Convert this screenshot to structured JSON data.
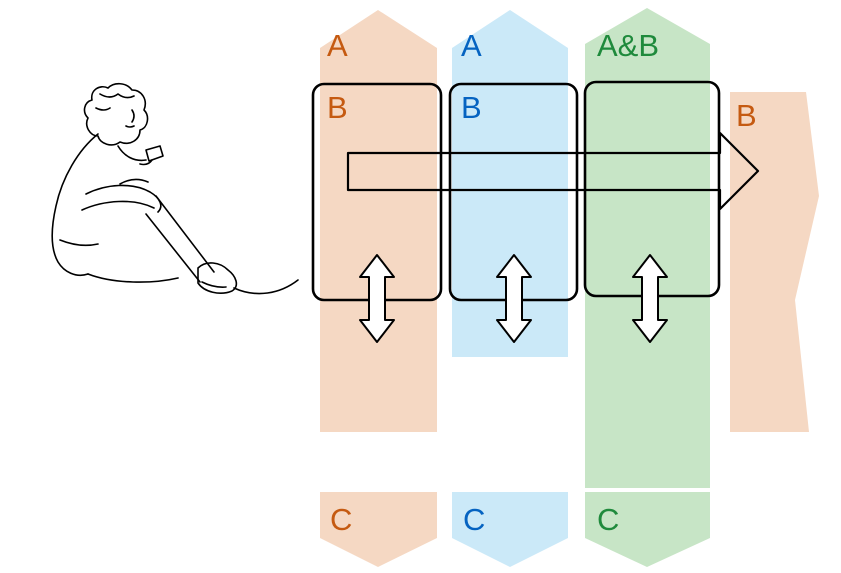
{
  "diagram": {
    "description_labels": {
      "lanes": [
        {
          "id": "lane-orange",
          "top_label": "A",
          "box_label": "B",
          "bottom_label": "C"
        },
        {
          "id": "lane-blue",
          "top_label": "A",
          "box_label": "B",
          "bottom_label": "C"
        },
        {
          "id": "lane-green",
          "top_label": "A&B",
          "box_label": "",
          "bottom_label": "C"
        }
      ]
    }
  },
  "lanes": [
    {
      "top_label": "A",
      "box_label": "B",
      "bottom_label": "C"
    },
    {
      "top_label": "A",
      "box_label": "B",
      "bottom_label": "C"
    },
    {
      "top_label": "A&B",
      "box_label": "",
      "bottom_label": "C"
    }
  ],
  "right_band": {
    "label": "B"
  },
  "colors": {
    "orange_text": "#C55A11",
    "blue_text": "#0563C1",
    "green_text": "#1F8A3C",
    "band_orange": "#F5D8C3",
    "band_blue": "#CBE9F8",
    "band_green": "#C7E5C6",
    "outline": "#000000",
    "arrow_fill": "#FFFFFF",
    "background": "#FFFFFF"
  }
}
